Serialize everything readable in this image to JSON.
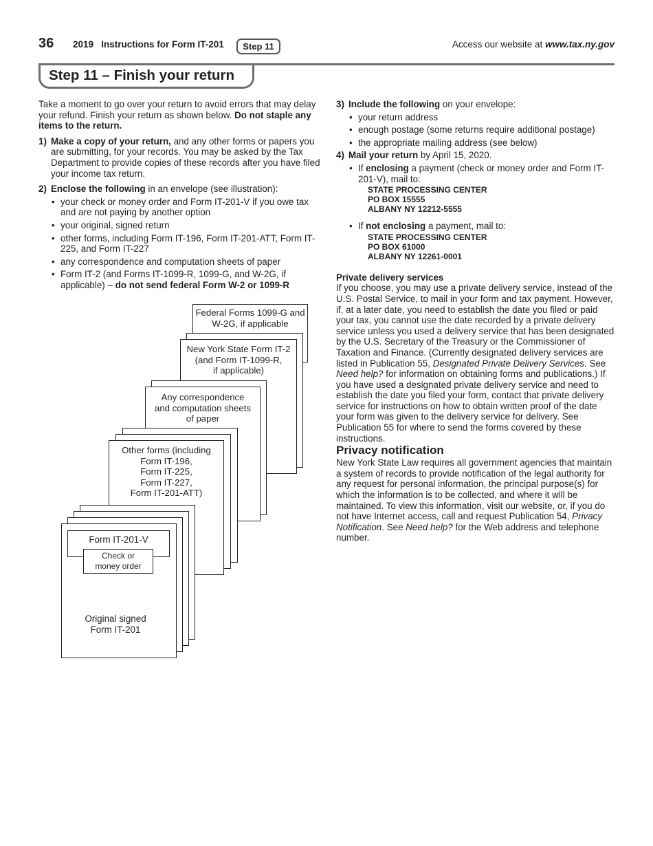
{
  "header": {
    "page_number": "36",
    "title": "2019   Instructions for Form IT-201",
    "step_tab": "Step 11",
    "website_prefix": "Access our website at ",
    "website_url": "www.tax.ny.gov"
  },
  "step_heading": "Step 11 – Finish your return",
  "intro": {
    "text": "Take a moment to go over your return to avoid errors that may delay your refund. Finish your return as shown below. ",
    "bold": "Do not staple any items to the return."
  },
  "item1": {
    "num": "1)",
    "bold": "Make a copy of your return,",
    "text": " and any other forms or papers you are submitting, for your records. You may be asked by the Tax Department to provide copies of these records after you have filed your income tax return."
  },
  "item2": {
    "num": "2)",
    "bold": "Enclose the following",
    "text": " in an envelope (see illustration):",
    "bullets": [
      "your check or money order and Form IT-201-V if you owe tax and are not paying by another option",
      "your original, signed return",
      "other forms, including Form IT-196, Form IT-201-ATT, Form IT-225, and Form IT-227",
      "any correspondence and computation sheets of paper"
    ],
    "last_bullet_text": "Form IT-2 (and Forms IT-1099-R, 1099-G, and W-2G, if applicable) – ",
    "last_bullet_bold": "do not send federal Form W-2 or 1099-R"
  },
  "illustration": {
    "federal": "Federal Forms 1099-G and W-2G, if applicable",
    "ny_it2_l1": "New York State Form IT-2",
    "ny_it2_l2": "(and Form IT-1099-R,",
    "ny_it2_l3": "if applicable)",
    "corr_l1": "Any correspondence",
    "corr_l2": "and computation sheets",
    "corr_l3": "of paper",
    "other_l1": "Other forms (including",
    "other_l2": "Form IT-196,",
    "other_l3": "Form IT-225,",
    "other_l4": "Form IT-227,",
    "other_l5": "Form IT-201-ATT)",
    "it201v": "Form IT-201-V",
    "check_l1": "Check or",
    "check_l2": "money order",
    "orig_l1": "Original signed",
    "orig_l2": "Form IT-201"
  },
  "item3": {
    "num": "3)",
    "bold": "Include the following",
    "text": " on your envelope:",
    "bullets": [
      "your return address",
      "enough postage (some returns require additional postage)",
      "the appropriate mailing address (see below)"
    ]
  },
  "item4": {
    "num": "4)",
    "bold": "Mail your return",
    "text": " by April 15, 2020.",
    "b1_pre": "If ",
    "b1_bold": "enclosing",
    "b1_post": " a payment (check or money order and Form IT-201-V), mail to:",
    "addr1": [
      "STATE PROCESSING CENTER",
      "PO BOX 15555",
      "ALBANY NY 12212-5555"
    ],
    "b2_pre": "If ",
    "b2_bold": "not enclosing",
    "b2_post": " a payment, mail to:",
    "addr2": [
      "STATE PROCESSING CENTER",
      "PO BOX 61000",
      "ALBANY NY 12261-0001"
    ]
  },
  "private_delivery": {
    "heading": "Private delivery services",
    "p1": "If you choose, you may use a private delivery service, instead of the U.S. Postal Service, to mail in your form and tax payment. However, if, at a later date, you need to establish the date you filed or paid your tax, you cannot use the date recorded by a private delivery service unless you used a delivery service that has been designated by the U.S. Secretary of the Treasury or the Commissioner of Taxation and Finance. (Currently designated delivery services are listed in Publication 55, ",
    "i1": "Designated Private Delivery Services",
    "p2": ". See ",
    "i2": "Need help?",
    "p3": " for information on obtaining forms and publications.) If you have used a designated private delivery service and need to establish the date you filed your form, contact that private delivery service for instructions on how to obtain written proof of the date your form was given to the delivery service for delivery. See Publication 55 for where to send the forms covered by these instructions."
  },
  "privacy": {
    "heading": "Privacy notification",
    "p1": "New York State Law requires all government agencies that maintain a system of records to provide notification of the legal authority for any request for personal information, the principal purpose(s) for which the information is to be collected, and where it will be maintained. To view this information, visit our website, or, if you do not have Internet access, call and request Publication 54, ",
    "i1": "Privacy Notification",
    "p2": ". See ",
    "i2": "Need help?",
    "p3": " for the Web address and telephone number."
  }
}
